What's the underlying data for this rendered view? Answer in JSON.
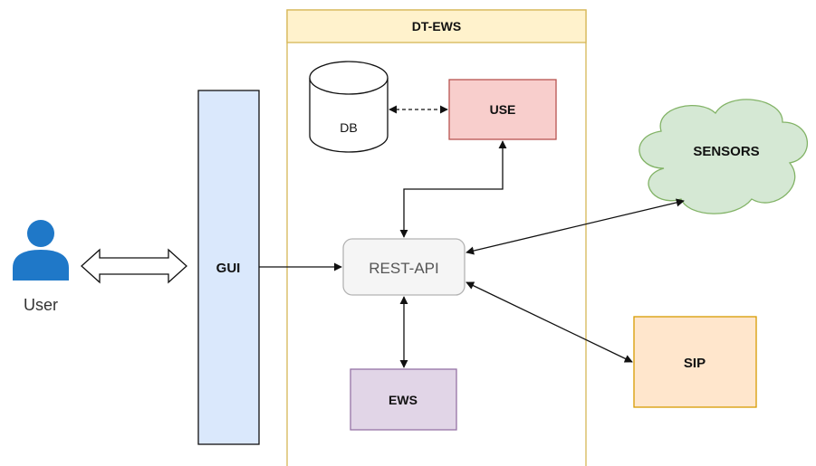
{
  "container": {
    "title": "DT-EWS"
  },
  "nodes": {
    "db": "DB",
    "use": "USE",
    "sensors": "SENSORS",
    "gui": "GUI",
    "rest_api": "REST-API",
    "ews": "EWS",
    "sip": "SIP",
    "user": "User"
  },
  "colors": {
    "container_fill": "#fff2cc",
    "container_border": "#d6b656",
    "use_fill": "#f8cecc",
    "use_border": "#b85450",
    "sensors_fill": "#d5e8d4",
    "sensors_border": "#82b366",
    "gui_fill": "#dae8fc",
    "gui_border": "#111111",
    "rest_fill": "#f5f5f5",
    "rest_border": "#b3b3b3",
    "ews_fill": "#e1d5e7",
    "ews_border": "#9673a6",
    "sip_fill": "#ffe6cc",
    "sip_border": "#d79b00",
    "user_icon": "#1f78c8"
  },
  "icons": {
    "user": "person-icon"
  }
}
